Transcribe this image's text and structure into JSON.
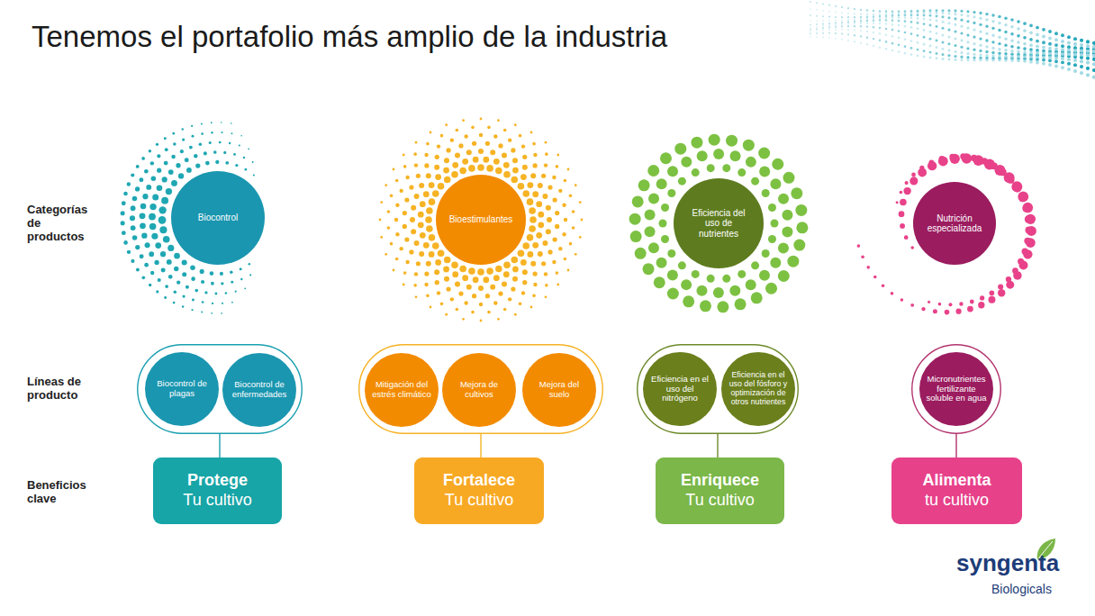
{
  "diagram": {
    "title": "Tenemos el portafolio más amplio de la industria",
    "nodes": [
      {
        "text": [
          "Biocontrol"
        ]
      },
      {
        "text": []
      },
      {
        "text": [
          "Biocontrol de plagas"
        ],
        "in": 1
      },
      {
        "text": [
          "Biocontrol de enfermedades"
        ],
        "in": 1
      },
      {
        "text": [
          "Protege",
          "Tu cultivo"
        ]
      },
      {
        "text": [
          "Bioestimulantes"
        ]
      },
      {
        "text": []
      },
      {
        "text": [
          "Mitigación del estrés climático"
        ],
        "in": 6
      },
      {
        "text": [
          "Mejora de cultivos"
        ],
        "in": 6
      },
      {
        "text": [
          "Mejora del suelo"
        ],
        "in": 6
      },
      {
        "text": [
          "Fortalece",
          "Tu cultivo"
        ]
      },
      {
        "text": [
          "Eficiencia del uso de nutrientes"
        ]
      },
      {
        "text": []
      },
      {
        "text": [
          "Eficiencia en el uso del nitrógeno"
        ],
        "in": 12
      },
      {
        "text": [
          "Eficiencia en el uso del fósforo y optimización de otros nutrientes"
        ],
        "in": 12
      },
      {
        "text": [
          "Enriquece",
          "Tu cultivo"
        ]
      },
      {
        "text": [
          "Nutrición especializada"
        ]
      },
      {
        "text": []
      },
      {
        "text": [
          "Micronutrientes fertilizante soluble en agua"
        ],
        "in": 17
      },
      {
        "text": [
          "Alimenta",
          "tu cultivo"
        ]
      }
    ],
    "edges": [
      {
        "from": 1,
        "to": 4,
        "arrow": "none"
      },
      {
        "from": 6,
        "to": 10,
        "arrow": "none"
      },
      {
        "from": 12,
        "to": 15,
        "arrow": "none"
      },
      {
        "from": 17,
        "to": 19,
        "arrow": "none"
      }
    ],
    "labels": [
      "Categorías de productos",
      "Líneas de producto",
      "Beneficios clave",
      "syngenta",
      "Biologicals"
    ]
  }
}
